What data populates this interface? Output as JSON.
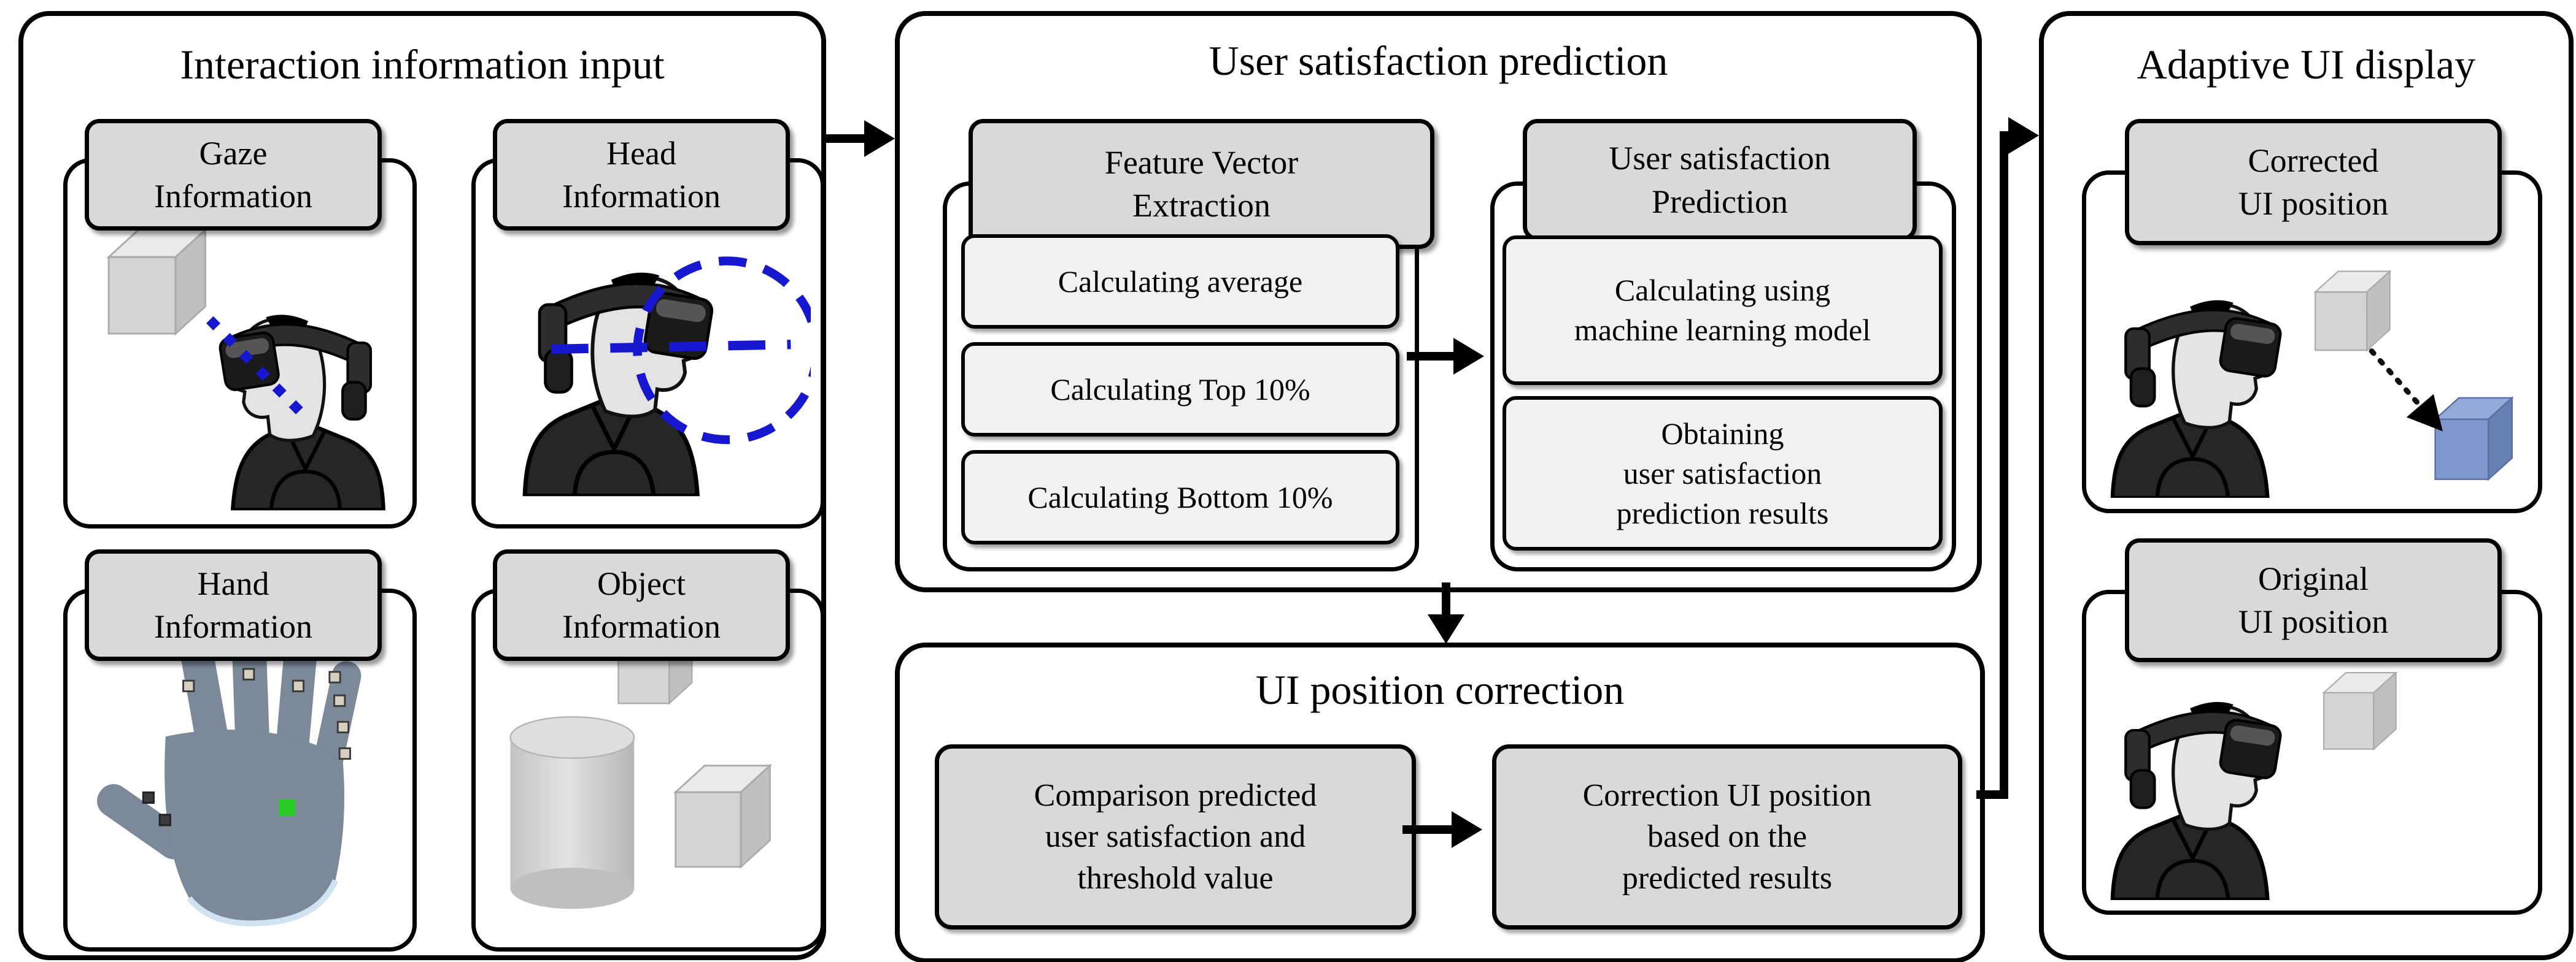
{
  "diagram": {
    "input": {
      "title": "Interaction information input",
      "gaze": {
        "label": "Gaze\nInformation"
      },
      "head": {
        "label": "Head\nInformation"
      },
      "hand": {
        "label": "Hand\nInformation"
      },
      "object": {
        "label": "Object\nInformation"
      }
    },
    "prediction": {
      "title": "User satisfaction prediction",
      "feature": {
        "header": "Feature Vector\nExtraction",
        "steps": [
          "Calculating average",
          "Calculating Top 10%",
          "Calculating Bottom 10%"
        ]
      },
      "model": {
        "header": "User satisfaction\nPrediction",
        "steps": [
          "Calculating using\nmachine learning model",
          "Obtaining\nuser satisfaction\nprediction results"
        ]
      }
    },
    "correction": {
      "title": "UI position correction",
      "steps": [
        "Comparison predicted\nuser satisfaction and\nthreshold value",
        "Correction UI position\nbased on the\npredicted results"
      ]
    },
    "display": {
      "title": "Adaptive UI display",
      "corrected": {
        "label": "Corrected\nUI position"
      },
      "original": {
        "label": "Original\nUI position"
      }
    },
    "icons": {
      "gaze": "hmd-user-gaze-ray-to-cube",
      "head": "hmd-user-head-rotation-dashes",
      "hand": "tracked-virtual-hand",
      "object": "virtual-objects-cube-cylinder",
      "corrected": "hmd-user-cube-moved-to-blue-cube",
      "original": "hmd-user-single-cube"
    },
    "colors": {
      "gaze_dash_blue": "#1717cf",
      "ui_cube_blue": "#7d96cb",
      "object_grey": "#d2d2d2",
      "hand_grey_blue": "#7b8999",
      "fingertip_cyan": "#0cd6ca",
      "palm_marker_green": "#27cc27",
      "header_box_grey": "#d9d9d9",
      "step_box_light": "#f1f1f1"
    }
  }
}
